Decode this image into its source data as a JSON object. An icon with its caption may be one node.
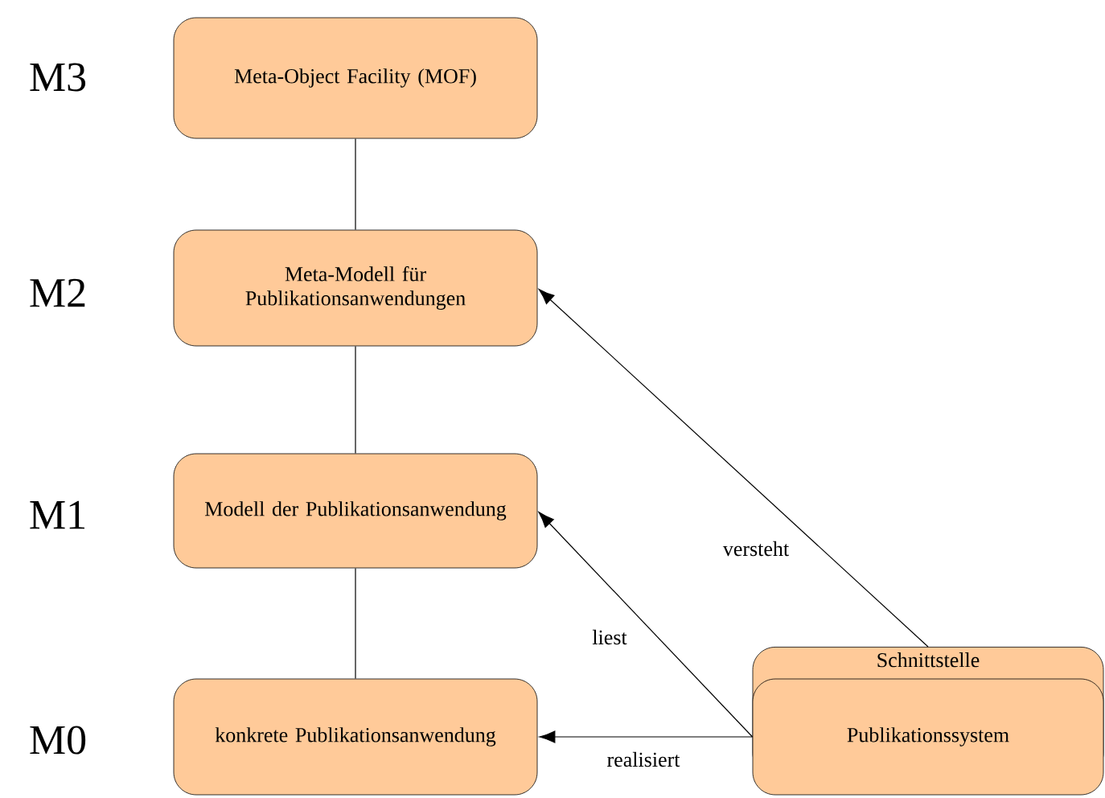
{
  "diagram": {
    "nodes": [
      {
        "text": [
          "Meta-Object Facility (MOF)"
        ]
      },
      {
        "text": [
          "Meta-Modell für Publikationsanwendungen"
        ]
      },
      {
        "text": [
          "Modell der Publikationsanwendung"
        ]
      },
      {
        "text": [
          "konkrete Publikationsanwendung"
        ]
      },
      {
        "text": [
          "Schnittstelle"
        ]
      },
      {
        "text": [
          "Publikationssystem"
        ]
      }
    ],
    "edges": [
      {
        "from": 0,
        "to": 1,
        "arrow": "none"
      },
      {
        "from": 1,
        "to": 2,
        "arrow": "none"
      },
      {
        "from": 2,
        "to": 3,
        "arrow": "none"
      },
      {
        "from": 4,
        "to": 1,
        "arrow": "to",
        "label": "versteht"
      },
      {
        "from": 5,
        "to": 2,
        "arrow": "to",
        "label": "liest"
      },
      {
        "from": 5,
        "to": 3,
        "arrow": "to",
        "label": "realisiert"
      }
    ],
    "labels": [
      "M3",
      "M2",
      "M1",
      "M0"
    ]
  }
}
